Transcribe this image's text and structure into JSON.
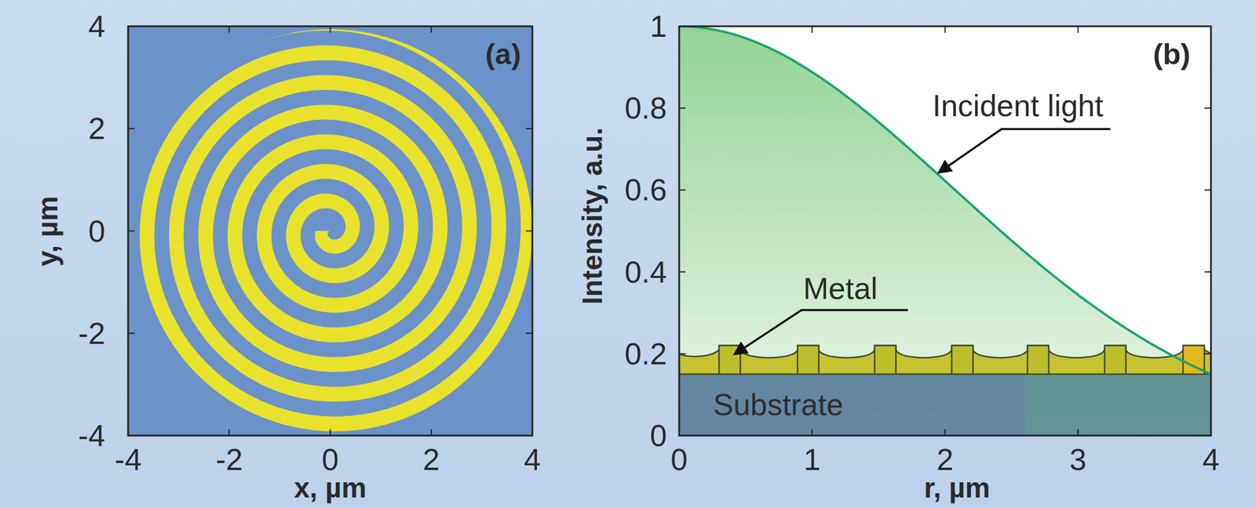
{
  "diagram": {
    "nodes": [
      {
        "text": [
          "Substrate"
        ]
      }
    ],
    "labels": [
      "(a)",
      "(b)",
      "-4",
      "-2",
      "0",
      "2",
      "4",
      "4",
      "2",
      "0",
      "-2",
      "-4",
      "x, µm",
      "y, µm",
      "1",
      "0.8",
      "0.6",
      "0.4",
      "0.2",
      "0",
      "0",
      "1",
      "2",
      "3",
      "4",
      "r, µm",
      "Intensity, a.u.",
      "Incident light",
      "Metal"
    ]
  }
}
